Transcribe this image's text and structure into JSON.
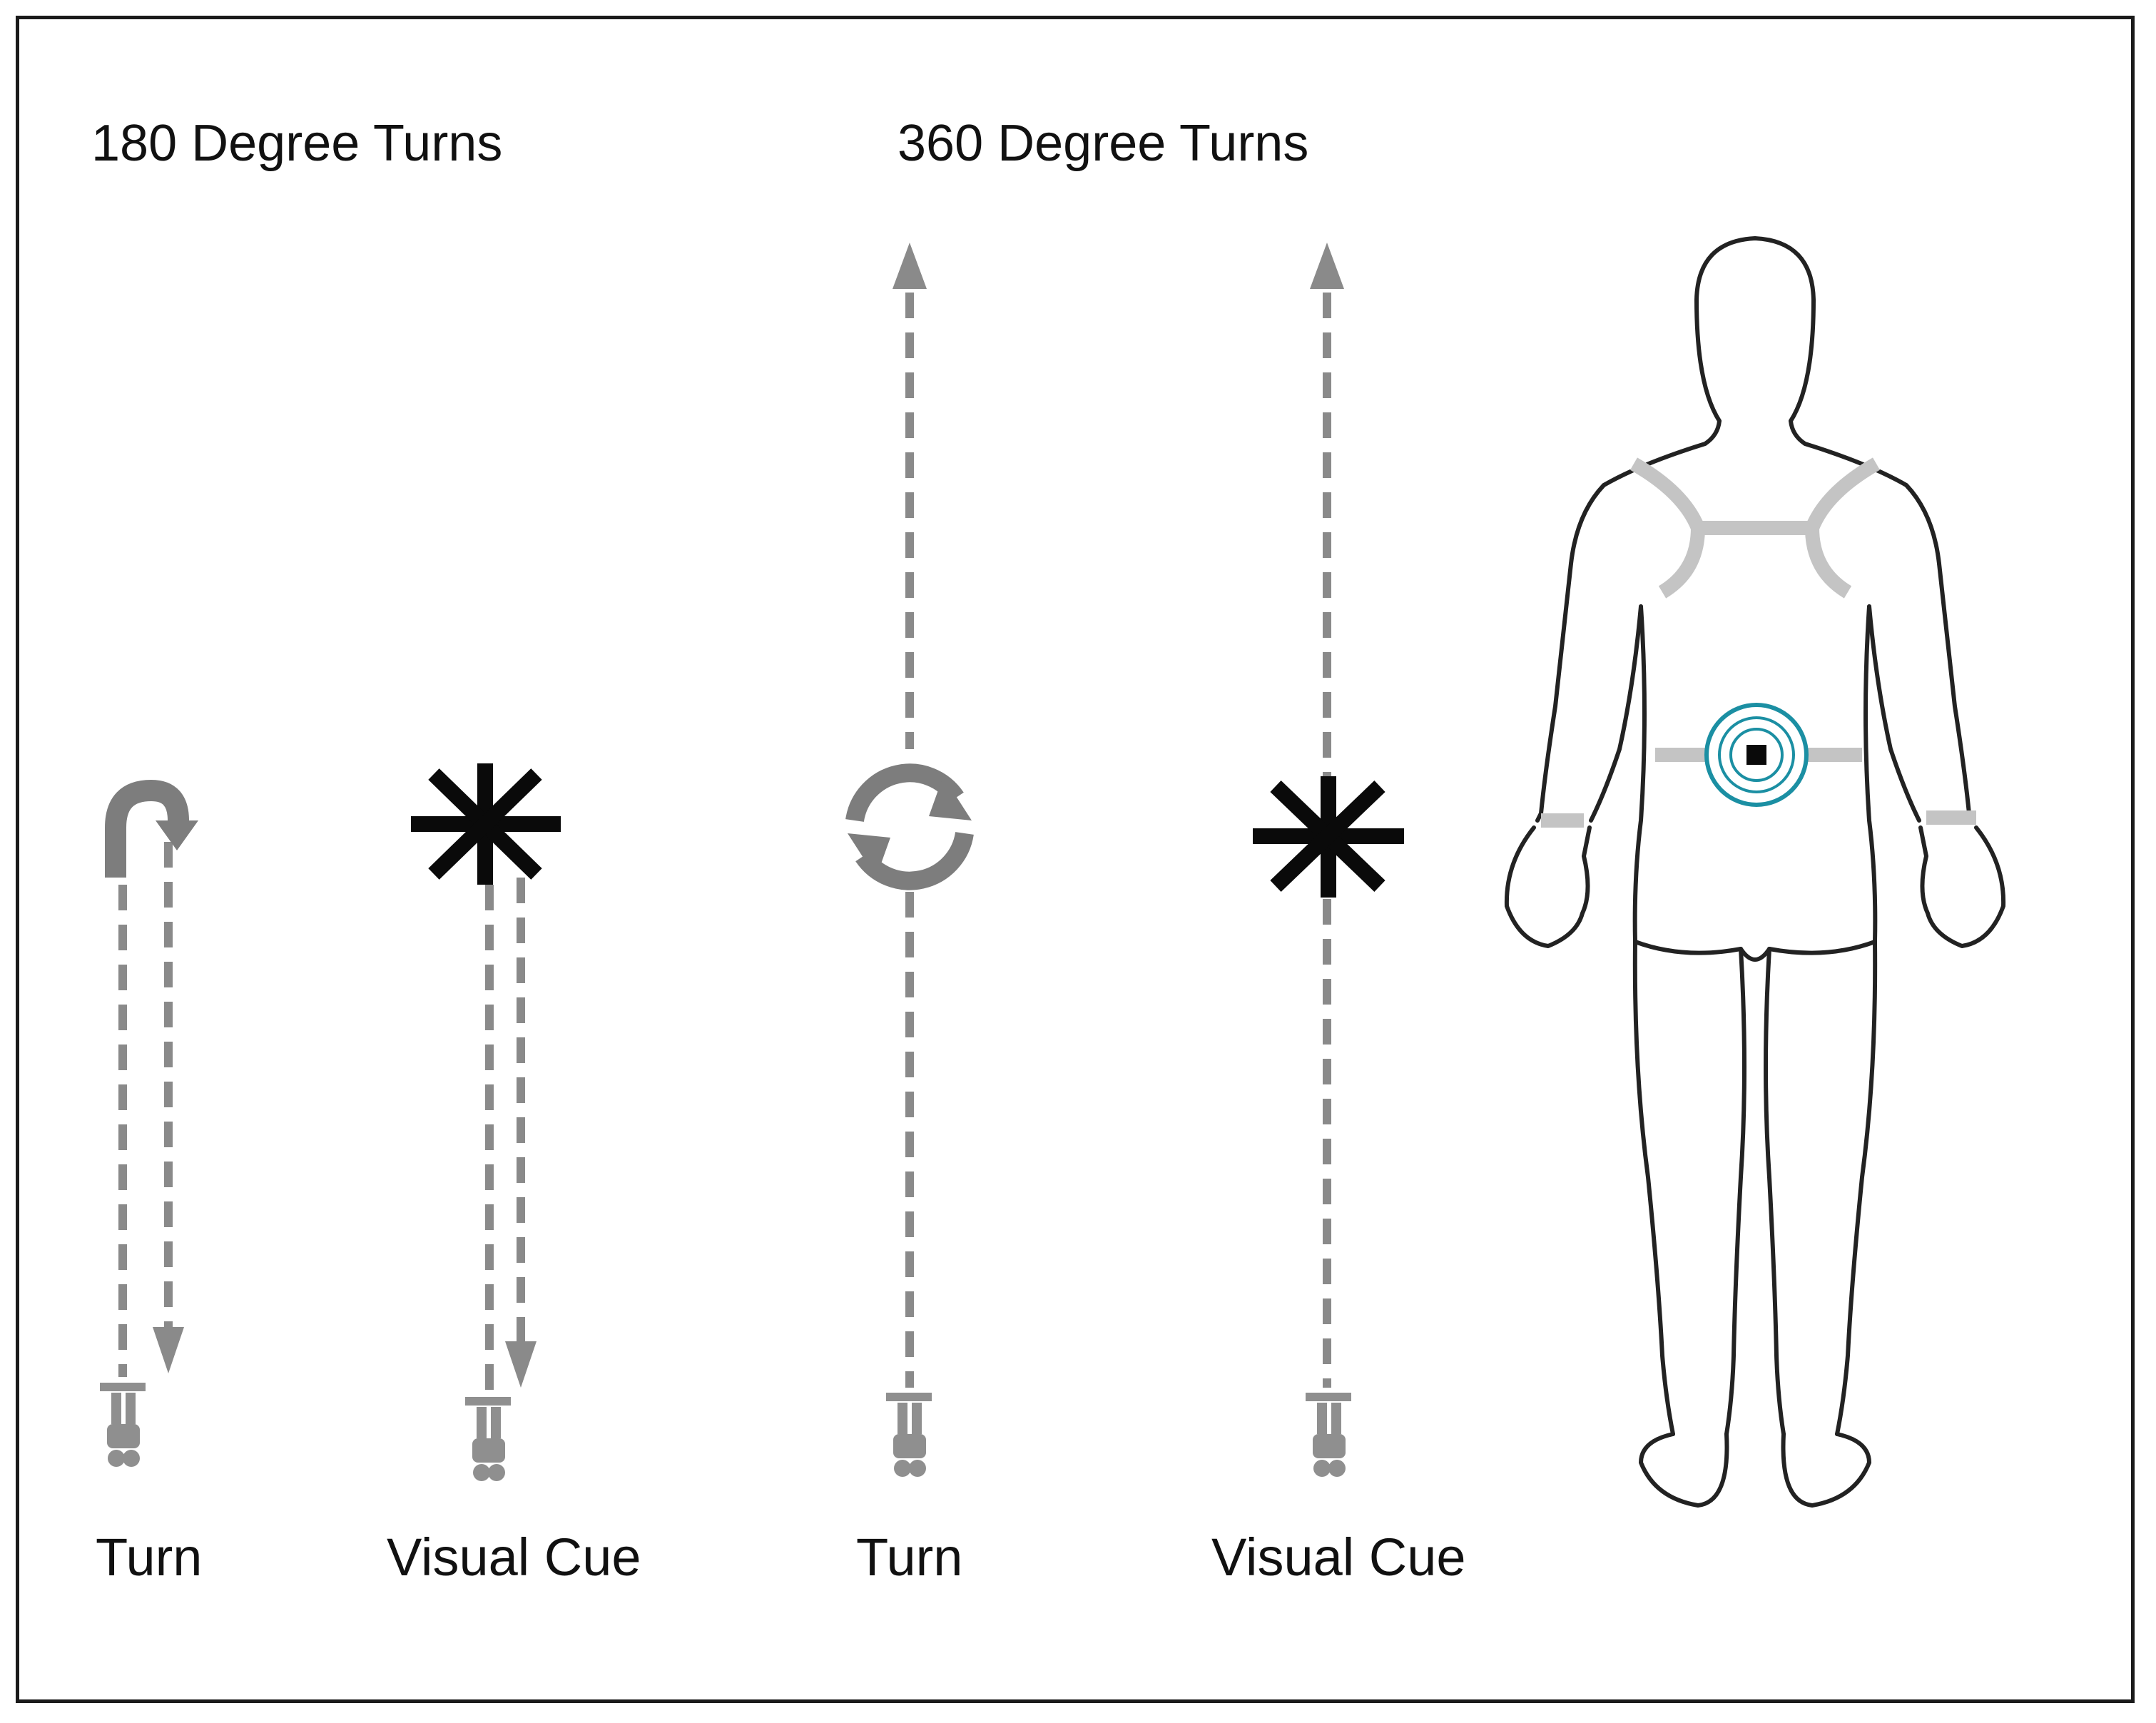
{
  "headings": {
    "turns_180": "180 Degree Turns",
    "turns_360": "360 Degree Turns"
  },
  "labels": {
    "turn_180": "Turn",
    "visual_cue_180": "Visual Cue",
    "turn_360": "Turn",
    "visual_cue_360": "Visual Cue"
  },
  "icons": {
    "u_turn": "u-turn-arrow-icon",
    "visual_cue": "asterisk-icon",
    "full_turn": "circular-arrows-icon",
    "walker": "footprints-icon",
    "sensor": "sensor-target-icon"
  },
  "colors": {
    "path": "#8a8a8a",
    "cue": "#0a0a0a",
    "sensor": "#1b8fa3",
    "harness": "#c4c4c4",
    "outline": "#222222"
  }
}
